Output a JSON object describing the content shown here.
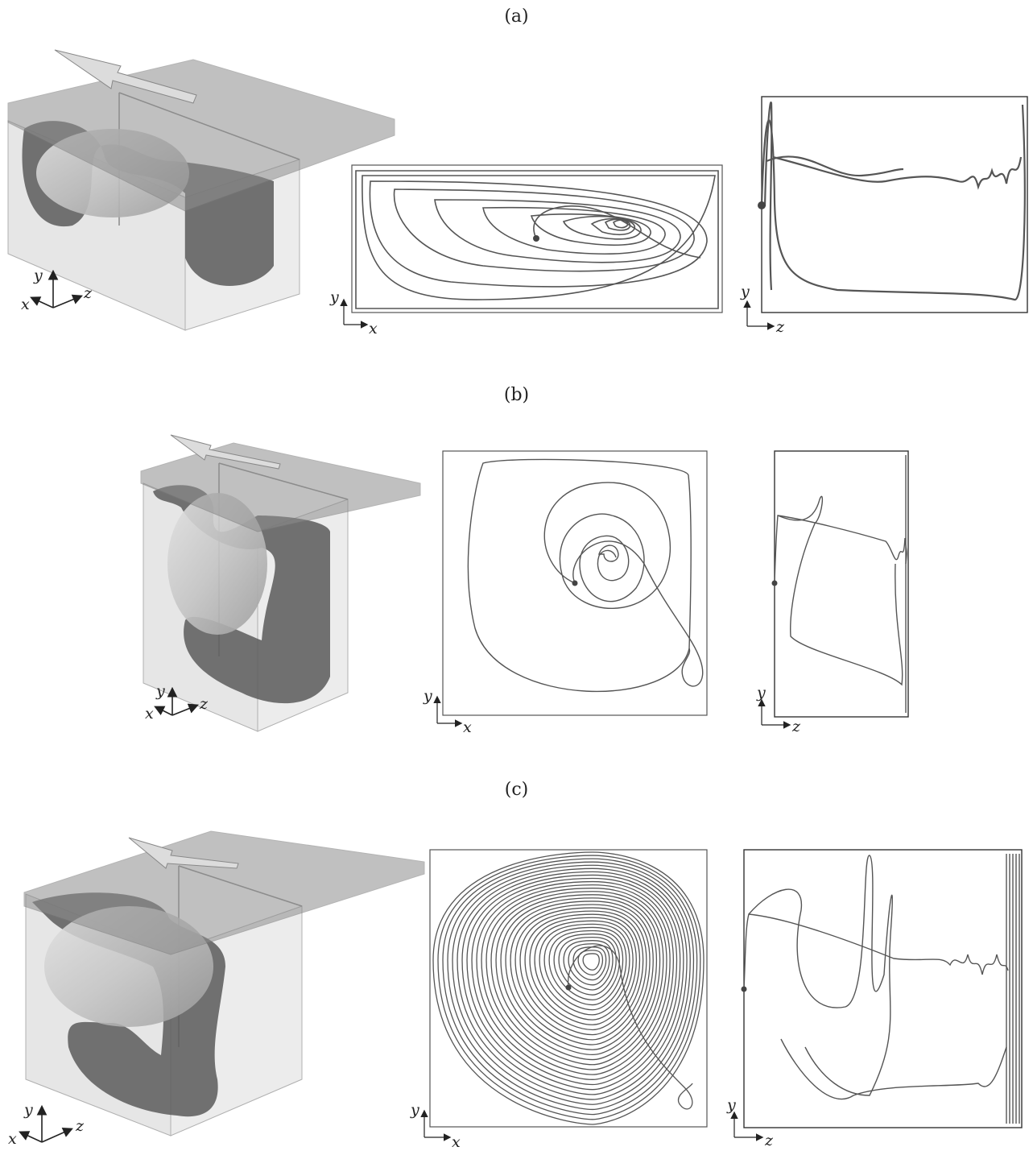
{
  "figure": {
    "panels": [
      {
        "label": "(a)",
        "axes3d": {
          "y": "y",
          "x": "x",
          "z": "z"
        },
        "plot_xy": {
          "h": "x",
          "v": "y"
        },
        "plot_zy": {
          "h": "z",
          "v": "y"
        }
      },
      {
        "label": "(b)",
        "axes3d": {
          "y": "y",
          "x": "x",
          "z": "z"
        },
        "plot_xy": {
          "h": "x",
          "v": "y"
        },
        "plot_zy": {
          "h": "z",
          "v": "y"
        }
      },
      {
        "label": "(c)",
        "axes3d": {
          "y": "y",
          "x": "x",
          "z": "z"
        },
        "plot_xy": {
          "h": "x",
          "v": "y"
        },
        "plot_zy": {
          "h": "z",
          "v": "y"
        }
      }
    ]
  },
  "colors": {
    "ink": "#444444",
    "box": "#9a9a9a",
    "lid": "#8e8e8e",
    "dark_surface": "#5a5a5a",
    "light_surface": "#c8c8c8"
  }
}
